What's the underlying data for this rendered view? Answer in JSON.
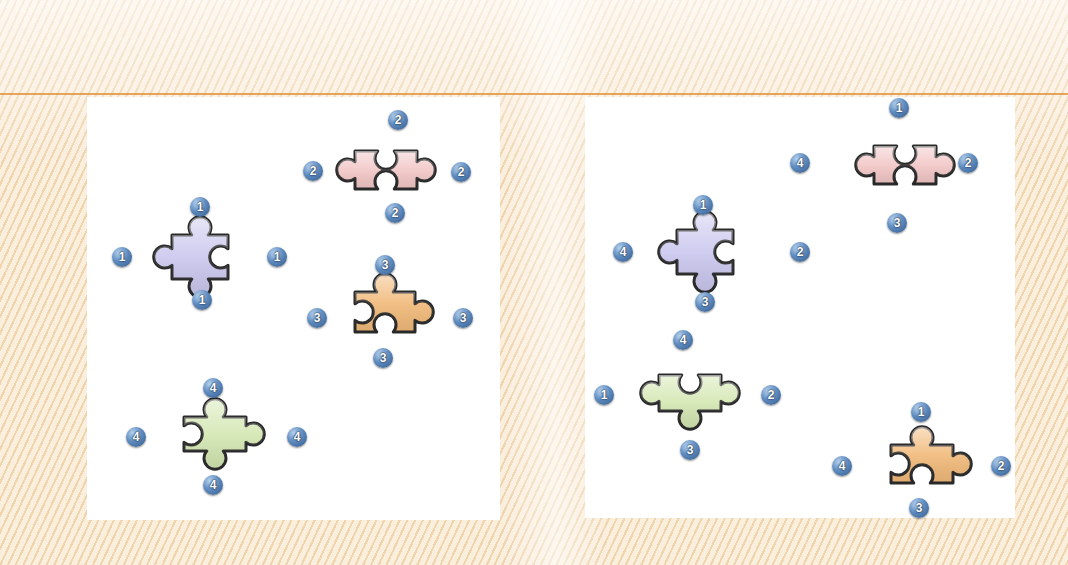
{
  "diagram": {
    "labels": [
      "2",
      "2",
      "2",
      "2",
      "1",
      "1",
      "1",
      "1",
      "3",
      "3",
      "3",
      "3",
      "4",
      "4",
      "4",
      "4",
      "1",
      "4",
      "2",
      "3",
      "1",
      "4",
      "2",
      "3",
      "4",
      "1",
      "2",
      "3",
      "1",
      "4",
      "2",
      "3"
    ]
  }
}
